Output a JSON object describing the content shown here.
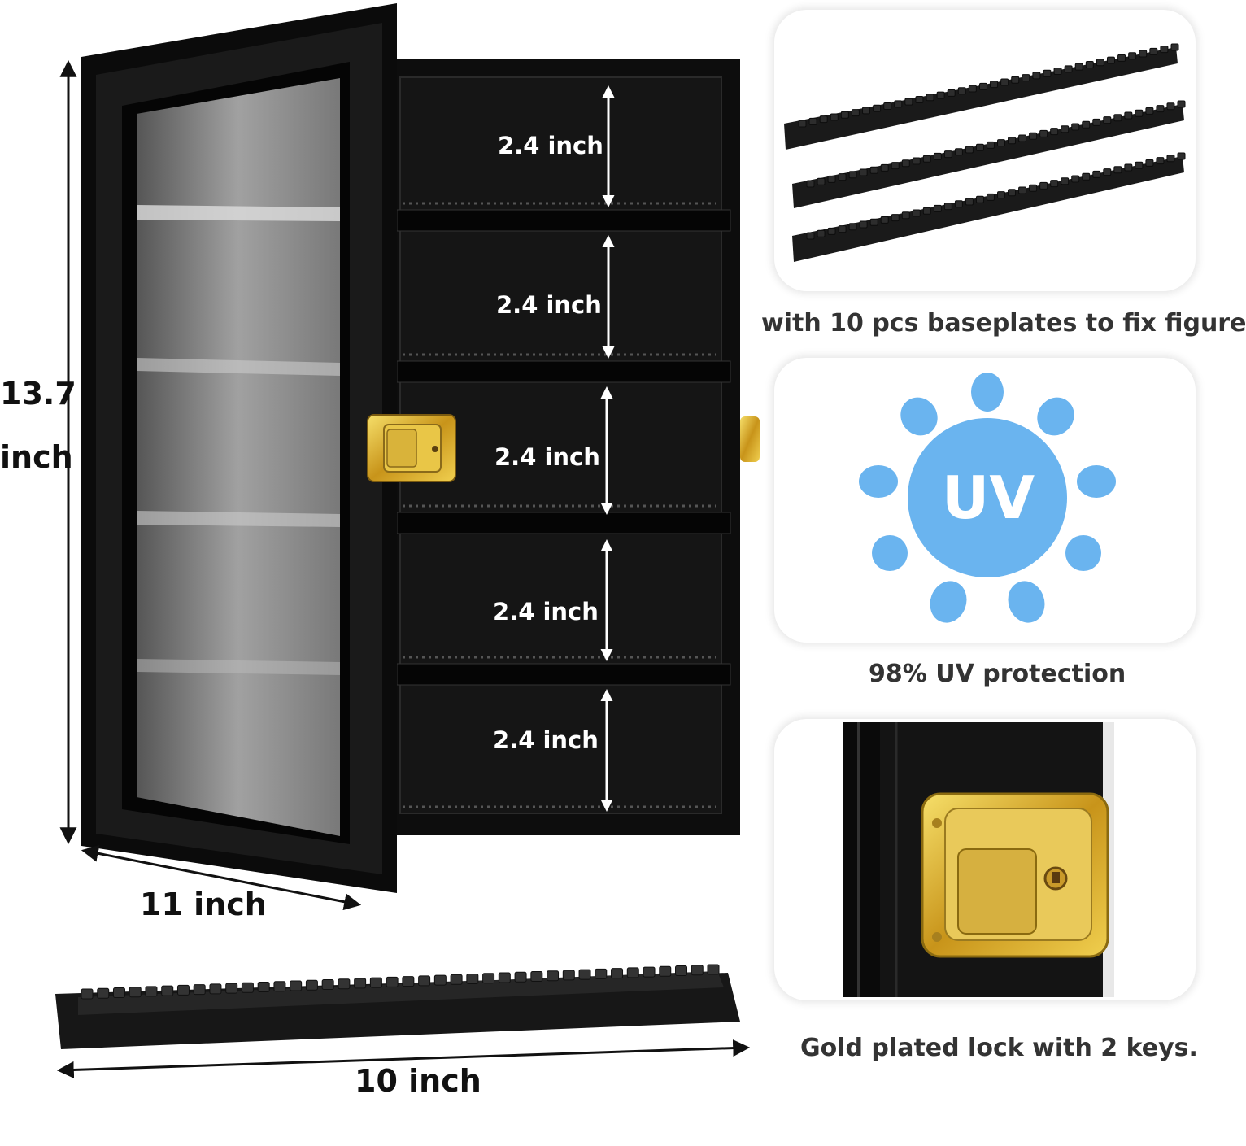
{
  "dimensions": {
    "height": "13.7\ninch",
    "width": "11 inch",
    "baseplate_length": "10 inch"
  },
  "shelves": [
    "2.4 inch",
    "2.4 inch",
    "2.4 inch",
    "2.4 inch",
    "2.4 inch"
  ],
  "features": {
    "baseplates_caption": "with 10 pcs baseplates to fix figure",
    "uv_badge": "UV",
    "uv_caption": "98% UV protection",
    "lock_caption": "Gold plated lock with 2 keys."
  },
  "colors": {
    "cabinet": "#0d0d0d",
    "uv_blue": "#6ab4ef",
    "gold": "#d8a520"
  }
}
